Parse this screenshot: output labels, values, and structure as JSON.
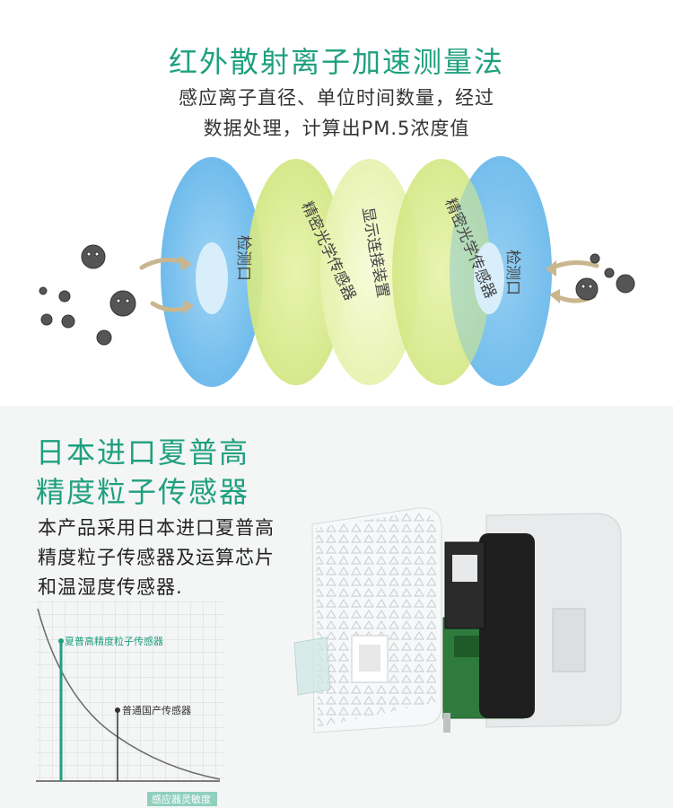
{
  "section1": {
    "title": "红外散射离子加速测量法",
    "subtitle_line1": "感应离子直径、单位时间数量，经过",
    "subtitle_line2": "数据处理，计算出PM.5浓度值",
    "discs": [
      {
        "label": "检测口"
      },
      {
        "label": "精密光学传感器"
      },
      {
        "label": "显示连接装置"
      },
      {
        "label": "精密光学传感器"
      },
      {
        "label": "检测口"
      }
    ]
  },
  "section2": {
    "title_line1": "日本进口夏普高",
    "title_line2": "精度粒子传感器",
    "desc_line1": "本产品采用日本进口夏普高",
    "desc_line2": "精度粒子传感器及运算芯片",
    "desc_line3": "和温湿度传感器.",
    "graph": {
      "label_high": "夏普高精度粒子传感器",
      "label_normal": "普通国产传感器",
      "axis_label": "感应器灵敏度"
    }
  },
  "colors": {
    "accent": "#1fa07e",
    "disc_blue": "#7ec3ee",
    "disc_green": "#d8ec8e",
    "disc_yellow": "#eef6bb",
    "arrow": "#c9b68f"
  }
}
